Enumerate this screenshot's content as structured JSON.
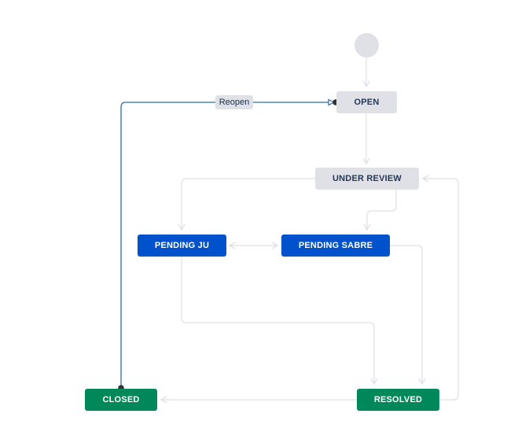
{
  "colors": {
    "status_todo": "#dfe1e6",
    "status_in_progress": "#0052cc",
    "status_done": "#00875a",
    "connector": "#dfe1e6",
    "selected_transition": "#2d6fa8"
  },
  "workflow": {
    "statuses": {
      "open": "OPEN",
      "under_review": "UNDER REVIEW",
      "pending_ju": "PENDING JU",
      "pending_sabre": "PENDING SABRE",
      "closed": "CLOSED",
      "resolved": "RESOLVED"
    },
    "transitions": {
      "reopen": "Reopen"
    }
  }
}
